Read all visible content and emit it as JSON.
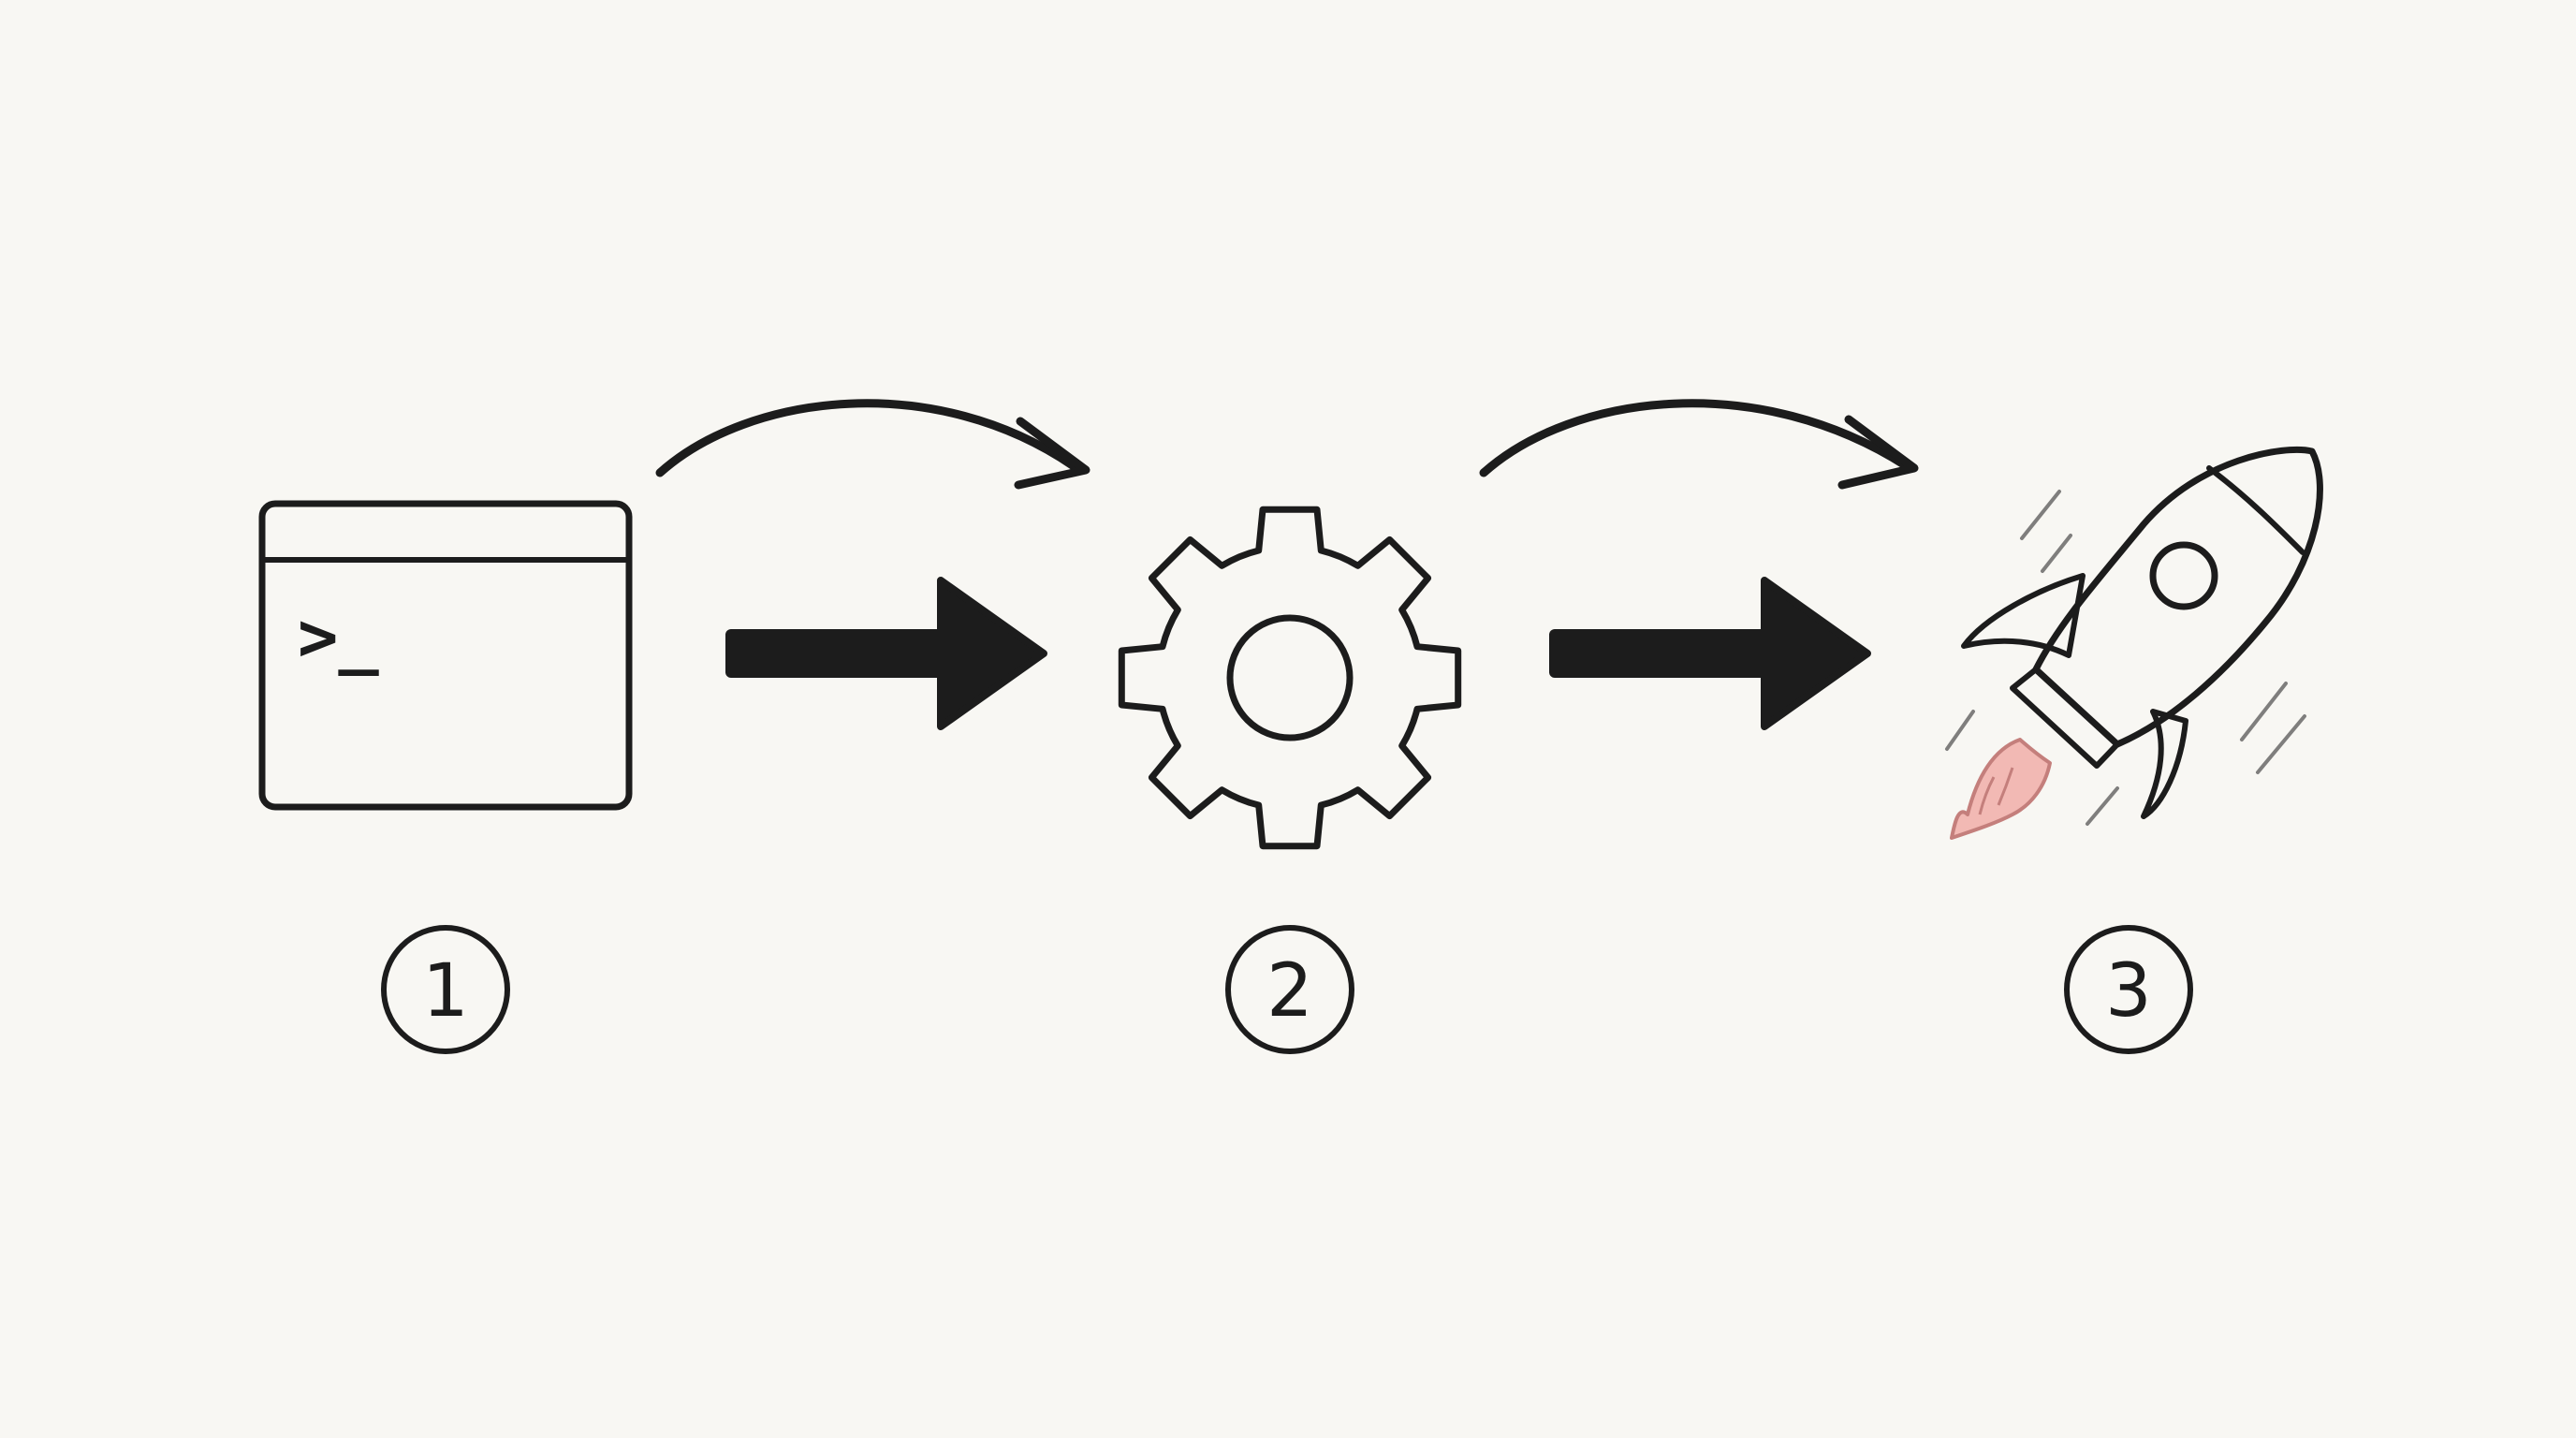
{
  "steps": [
    {
      "number": "1",
      "icon": "terminal-icon"
    },
    {
      "number": "2",
      "icon": "gear-icon"
    },
    {
      "number": "3",
      "icon": "rocket-icon"
    }
  ],
  "colors": {
    "background": "#f8f7f3",
    "ink": "#1c1c1c",
    "terminal_fill": "#a9cdec",
    "gear_fill": "#f3de8f",
    "rocket_fill": "#f4c4c6",
    "flame_fill": "#f2b9b4"
  },
  "terminal": {
    "prompt": ">_"
  }
}
